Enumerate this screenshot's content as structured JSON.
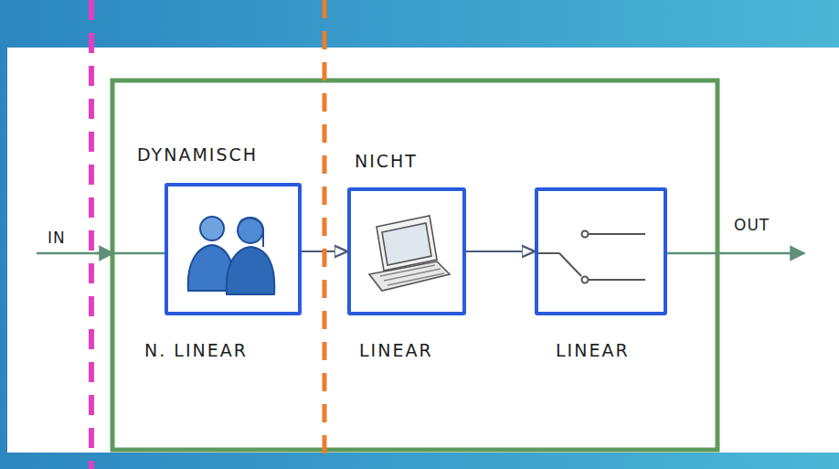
{
  "diagram": {
    "nodes": [
      {
        "text": [
          "DYNAMISCH",
          "N. LINEAR"
        ]
      },
      {
        "text": [
          "NICHT",
          "LINEAR"
        ]
      },
      {
        "text": [
          "LINEAR"
        ]
      }
    ],
    "edges": [
      {
        "from": 0,
        "to": 1,
        "arrow": "to"
      },
      {
        "from": 1,
        "to": 2,
        "arrow": "to"
      }
    ],
    "labels": [
      "IN",
      "OUT"
    ]
  }
}
